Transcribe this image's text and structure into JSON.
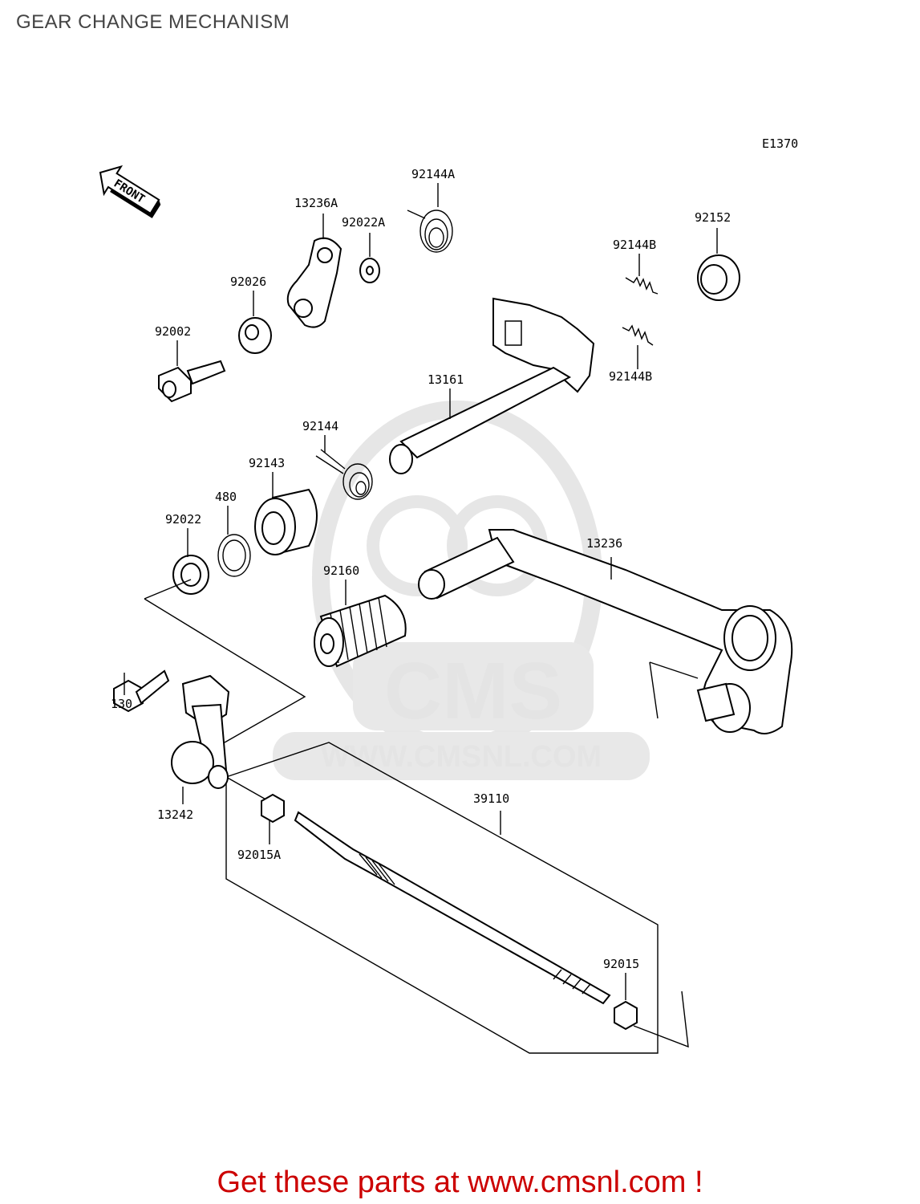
{
  "title": "GEAR CHANGE MECHANISM",
  "diagram_code": "E1370",
  "front_marker": "FRONT",
  "watermark": {
    "logo_text": "CMS",
    "url_text": "WWW.CMSNL.COM"
  },
  "parts": [
    {
      "id": "p1",
      "number": "92144A"
    },
    {
      "id": "p2",
      "number": "13236A"
    },
    {
      "id": "p3",
      "number": "92022A"
    },
    {
      "id": "p4",
      "number": "92152"
    },
    {
      "id": "p5",
      "number": "92144B"
    },
    {
      "id": "p6",
      "number": "92026"
    },
    {
      "id": "p7",
      "number": "92002"
    },
    {
      "id": "p8",
      "number": "92144B"
    },
    {
      "id": "p9",
      "number": "13161"
    },
    {
      "id": "p10",
      "number": "92144"
    },
    {
      "id": "p11",
      "number": "92143"
    },
    {
      "id": "p12",
      "number": "480"
    },
    {
      "id": "p13",
      "number": "92022"
    },
    {
      "id": "p14",
      "number": "13236"
    },
    {
      "id": "p15",
      "number": "92160"
    },
    {
      "id": "p16",
      "number": "130"
    },
    {
      "id": "p17",
      "number": "13242"
    },
    {
      "id": "p18",
      "number": "39110"
    },
    {
      "id": "p19",
      "number": "92015A"
    },
    {
      "id": "p20",
      "number": "92015"
    }
  ],
  "footer": "Get these parts at www.cmsnl.com !"
}
